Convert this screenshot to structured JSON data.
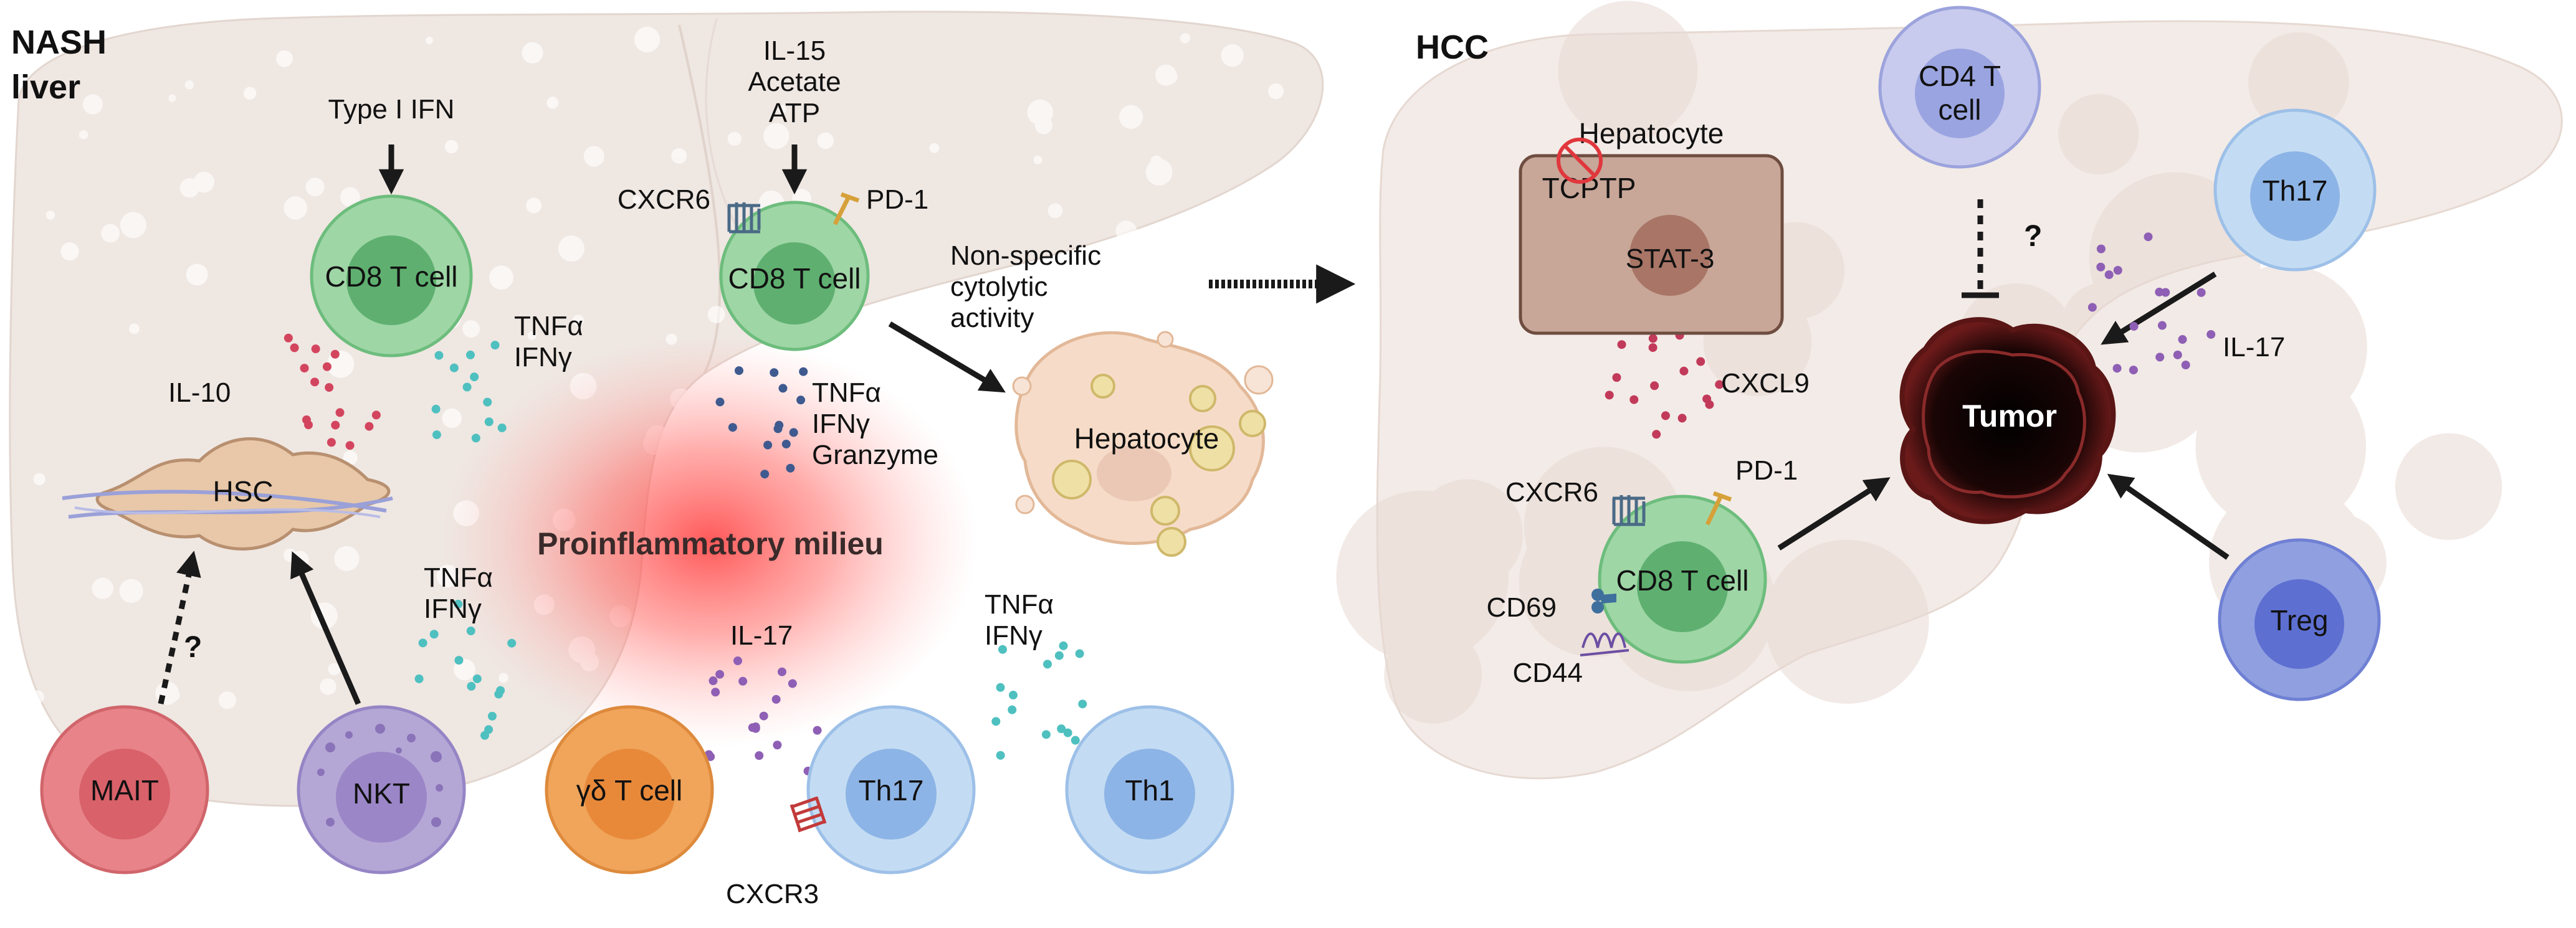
{
  "panels": {
    "left_title_line1": "NASH",
    "left_title_line2": "liver",
    "right_title": "HCC"
  },
  "nash": {
    "type1_ifn": "Type I IFN",
    "il15": "IL-15",
    "acetate": "Acetate",
    "atp": "ATP",
    "cxcr6": "CXCR6",
    "pd1": "PD-1",
    "cd8_left": "CD8 T cell",
    "cd8_center": "CD8 T cell",
    "tnfa_1": "TNFα",
    "ifng_1": "IFNγ",
    "il10": "IL-10",
    "hsc": "HSC",
    "tnfa_2": "TNFα",
    "ifng_2": "IFNγ",
    "granzyme": "Granzyme",
    "nonspecific_1": "Non-specific",
    "nonspecific_2": "cytolytic",
    "nonspecific_3": "activity",
    "hepatocyte": "Hepatocyte",
    "milieu": "Proinflammatory milieu",
    "tnfa_3": "TNFα",
    "ifng_3": "IFNγ",
    "question": "?",
    "il17": "IL-17",
    "tnfa_4": "TNFα",
    "ifng_4": "IFNγ",
    "mait": "MAIT",
    "nkt": "NKT",
    "gd_t": "γδ T cell",
    "th17": "Th17",
    "th1": "Th1",
    "cxcr3": "CXCR3"
  },
  "hcc": {
    "hepatocyte": "Hepatocyte",
    "tcptp": "TCPTP",
    "stat3": "STAT-3",
    "cxcl9": "CXCL9",
    "cd4_line1": "CD4 T",
    "cd4_line2": "cell",
    "question": "?",
    "th17": "Th17",
    "il17": "IL-17",
    "tumor": "Tumor",
    "cxcr6": "CXCR6",
    "pd1": "PD-1",
    "cd8": "CD8 T cell",
    "cd69": "CD69",
    "cd44": "CD44",
    "treg": "Treg"
  },
  "colors": {
    "cd8_outer": "#9fd6a6",
    "cd8_mid": "#6dbd7d",
    "cd8_inner": "#3f9e5d",
    "blue_outer": "#c4dcf3",
    "blue_inner": "#8db4e6",
    "treg_outer": "#8f9fe0",
    "treg_inner": "#5e6fd2",
    "mait": "#e88489",
    "nkt": "#b4a7d6",
    "gd": "#f0a55b",
    "liver": "#efe7e2",
    "hsc": "#e8c8a8",
    "milieu": "#ff5a55"
  }
}
